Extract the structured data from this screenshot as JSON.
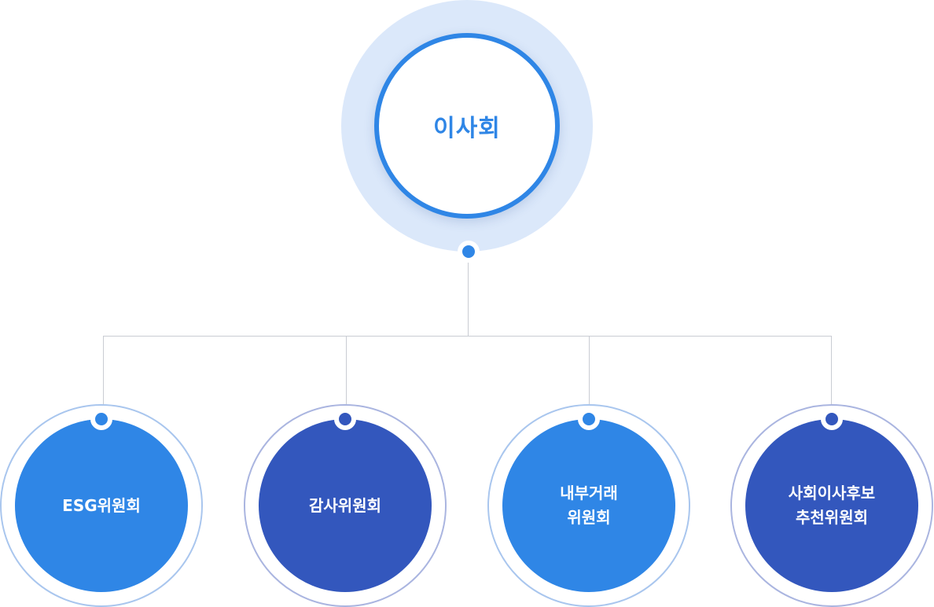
{
  "root": {
    "label": "이사회"
  },
  "committees": [
    {
      "label": "ESG위원회",
      "theme": "light",
      "color": "#2f86e6"
    },
    {
      "label": "감사위원회",
      "theme": "dark",
      "color": "#3357bd"
    },
    {
      "label": "내부거래\n위원회",
      "theme": "light",
      "color": "#2f86e6"
    },
    {
      "label": "사회이사후보\n추천위원회",
      "theme": "dark",
      "color": "#3357bd"
    }
  ],
  "colors": {
    "primary": "#2f86e6",
    "secondary": "#3357bd",
    "halo": "#dbe8fa",
    "connector": "#c9ccd3"
  }
}
